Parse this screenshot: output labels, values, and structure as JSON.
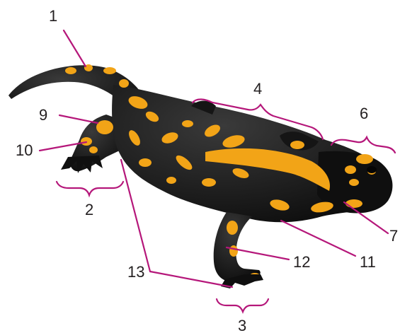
{
  "labels": {
    "l1": "1",
    "l2": "2",
    "l3": "3",
    "l4": "4",
    "l6": "6",
    "l7": "7",
    "l9": "9",
    "l10": "10",
    "l11": "11",
    "l12": "12",
    "l13": "13"
  },
  "colors": {
    "leader": "#b5177a",
    "body": "#121212",
    "spot": "#f2a417",
    "text": "#231f20"
  }
}
